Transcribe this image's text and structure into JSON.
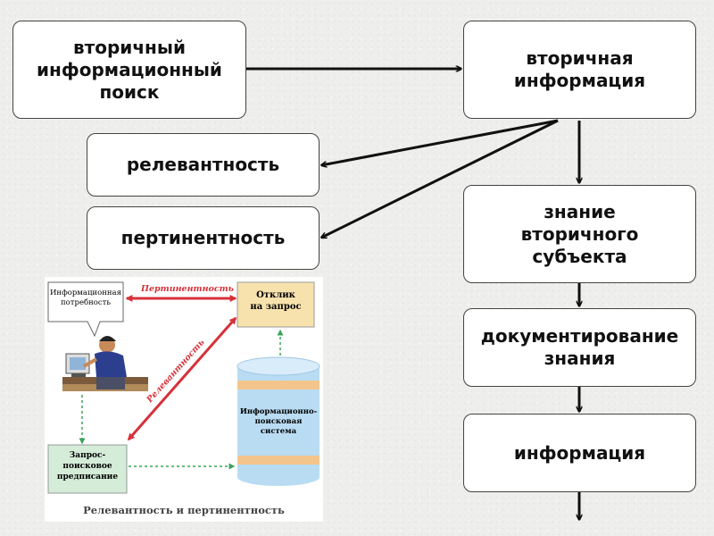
{
  "boxes": {
    "secondary_search": "вторичный\nинформационный\nпоиск",
    "secondary_info": "вторичная\nинформация",
    "relevance": "релевантность",
    "pertinence": "пертинентность",
    "knowledge": "знание\nвторичного\nсубъекта",
    "documenting": "документирование\nзнания",
    "information": "информация"
  },
  "inset": {
    "need": "Информационная\nпотребность",
    "response": "Отклик\nна запрос",
    "system": "Информационно-\nпоисковая\nсистема",
    "query": "Запрос-\nпоисковое\nпредписание",
    "pertinence": "Пертинентность",
    "relevance": "Релевантность",
    "caption": "Релевантность и пертинентность"
  },
  "colors": {
    "relation_arrow": "#d6313a",
    "flow_arrow": "#3aa35a",
    "response_box": "#f7e2ad",
    "query_box": "#d4ecd8",
    "cylinder": "#b9dcf3",
    "cylinder_band": "#f3c58c"
  }
}
